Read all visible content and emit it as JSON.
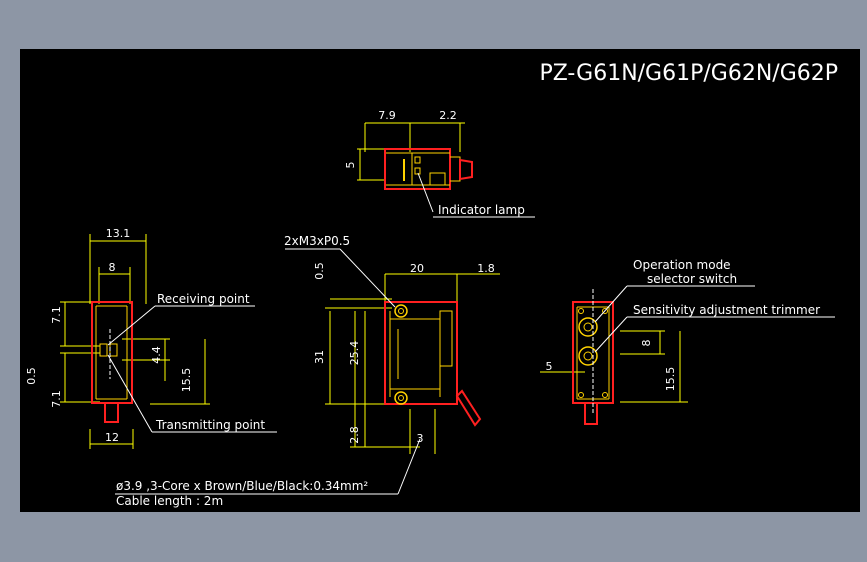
{
  "title": "PZ-G61N/G61P/G62N/G62P",
  "colors": {
    "frame": "#8d96a5",
    "canvas": "#000000",
    "text": "#ffffff",
    "dimension": "#ffff00",
    "outline": "#ff2020",
    "body_lines": "#ffd200"
  },
  "top_view": {
    "dim_width": "7.9",
    "dim_offset": "2.2",
    "dim_height": "5",
    "label_indicator": "Indicator lamp"
  },
  "side_view": {
    "dim_top_outer": "13.1",
    "dim_top_inner": "8",
    "dim_upper": "7.1",
    "dim_middle": "0.5",
    "dim_lower": "7.1",
    "dim_4_4": "4.4",
    "dim_15_5": "15.5",
    "dim_bottom": "12",
    "label_receiving": "Receiving point",
    "label_transmitting": "Transmitting point"
  },
  "front_view": {
    "label_thread": "2xM3xP0.5",
    "dim_0_5": "0.5",
    "dim_20": "20",
    "dim_1_8": "1.8",
    "dim_31": "31",
    "dim_25_4": "25.4",
    "dim_2_8": "2.8",
    "dim_3": "3"
  },
  "rear_view": {
    "label_mode_1": "Operation mode",
    "label_mode_2": "selector switch",
    "label_sensitivity": "Sensitivity adjustment trimmer",
    "dim_5": "5",
    "dim_8": "8",
    "dim_15_5": "15.5"
  },
  "notes": {
    "cable_spec": "ø3.9 ,3-Core x Brown/Blue/Black:0.34mm²",
    "cable_length": "Cable length : 2m"
  }
}
